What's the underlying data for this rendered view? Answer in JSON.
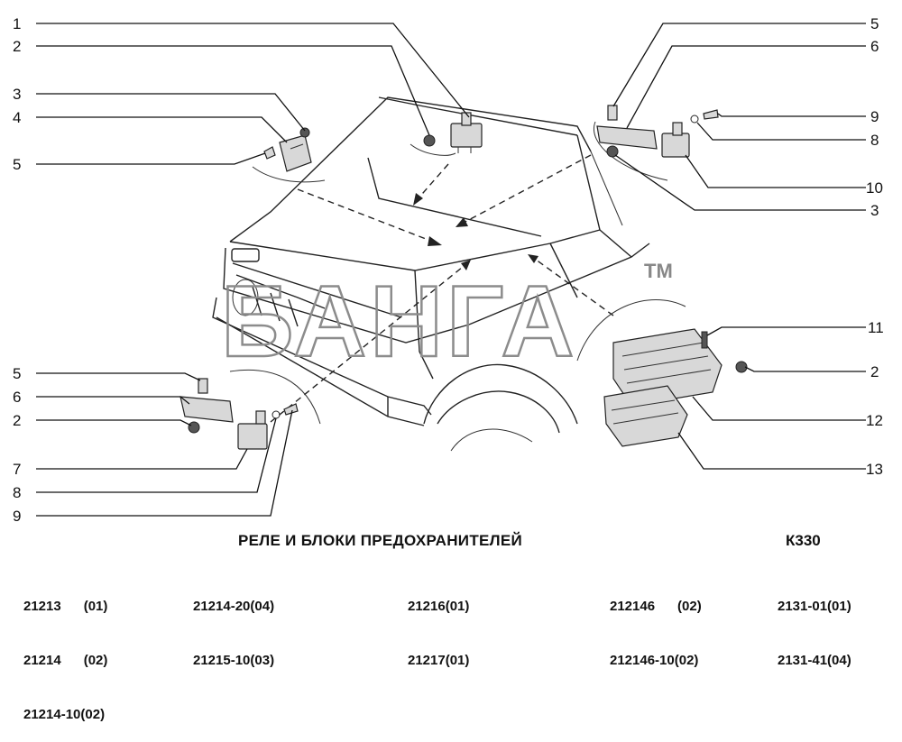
{
  "diagram": {
    "title": "РЕЛЕ И БЛОКИ ПРЕДОХРАНИТЕЛЕЙ",
    "code": "К330",
    "watermark": "БАНГА",
    "watermark_tm": "TM",
    "callouts_left": [
      "1",
      "2",
      "3",
      "4",
      "5"
    ],
    "callouts_right": [
      "5",
      "6",
      "9",
      "8",
      "10",
      "3",
      "11",
      "2",
      "12",
      "13"
    ],
    "callouts_bottom_left": [
      "5",
      "6",
      "2",
      "7",
      "8",
      "9"
    ]
  },
  "models": {
    "col1": [
      "21213      (01)",
      "21214      (02)",
      "21214-10(02)"
    ],
    "col2": [
      "21214-20(04)",
      "21215-10(03)"
    ],
    "col3": [
      "21216(01)",
      "21217(01)"
    ],
    "col4": [
      "212146      (02)",
      "212146-10(02)"
    ],
    "col5": [
      "2131-01(01)",
      "2131-41(04)"
    ]
  }
}
